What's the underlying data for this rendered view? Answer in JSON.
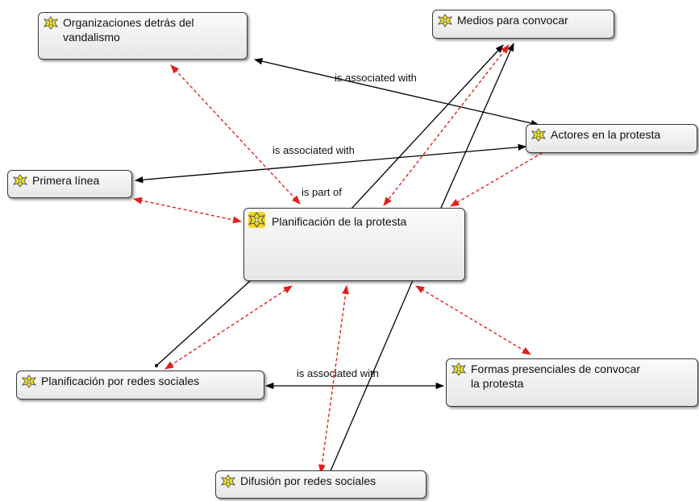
{
  "nodes": {
    "organizaciones": {
      "label": "Organizaciones detrás del\nvandalismo",
      "icon": "code-family-icon"
    },
    "medios": {
      "label": "Medios para convocar",
      "icon": "code-family-icon"
    },
    "actores": {
      "label": "Actores en la protesta",
      "icon": "code-family-icon"
    },
    "primera": {
      "label": "Primera línea",
      "icon": "code-family-icon"
    },
    "planificacion": {
      "label": "Planificación de la protesta",
      "icon": "code-family-icon"
    },
    "redes": {
      "label": "Planificación por redes sociales",
      "icon": "code-family-icon"
    },
    "formas": {
      "label": "Formas presenciales de convocar\nla protesta",
      "icon": "code-family-icon"
    },
    "difusion": {
      "label": "Difusión por redes sociales",
      "icon": "code-family-icon"
    }
  },
  "relations": {
    "org_actores": "is associated with",
    "primera_actores": "is associated with",
    "part_of": "is part of",
    "redes_formas": "is associated with"
  },
  "colors": {
    "solid_link": "#000000",
    "dashed_link": "#e0201b",
    "icon_fill": "#f2e21a",
    "icon_stroke": "#5a5a5a",
    "center_icon_bg": "#f7d51c"
  }
}
